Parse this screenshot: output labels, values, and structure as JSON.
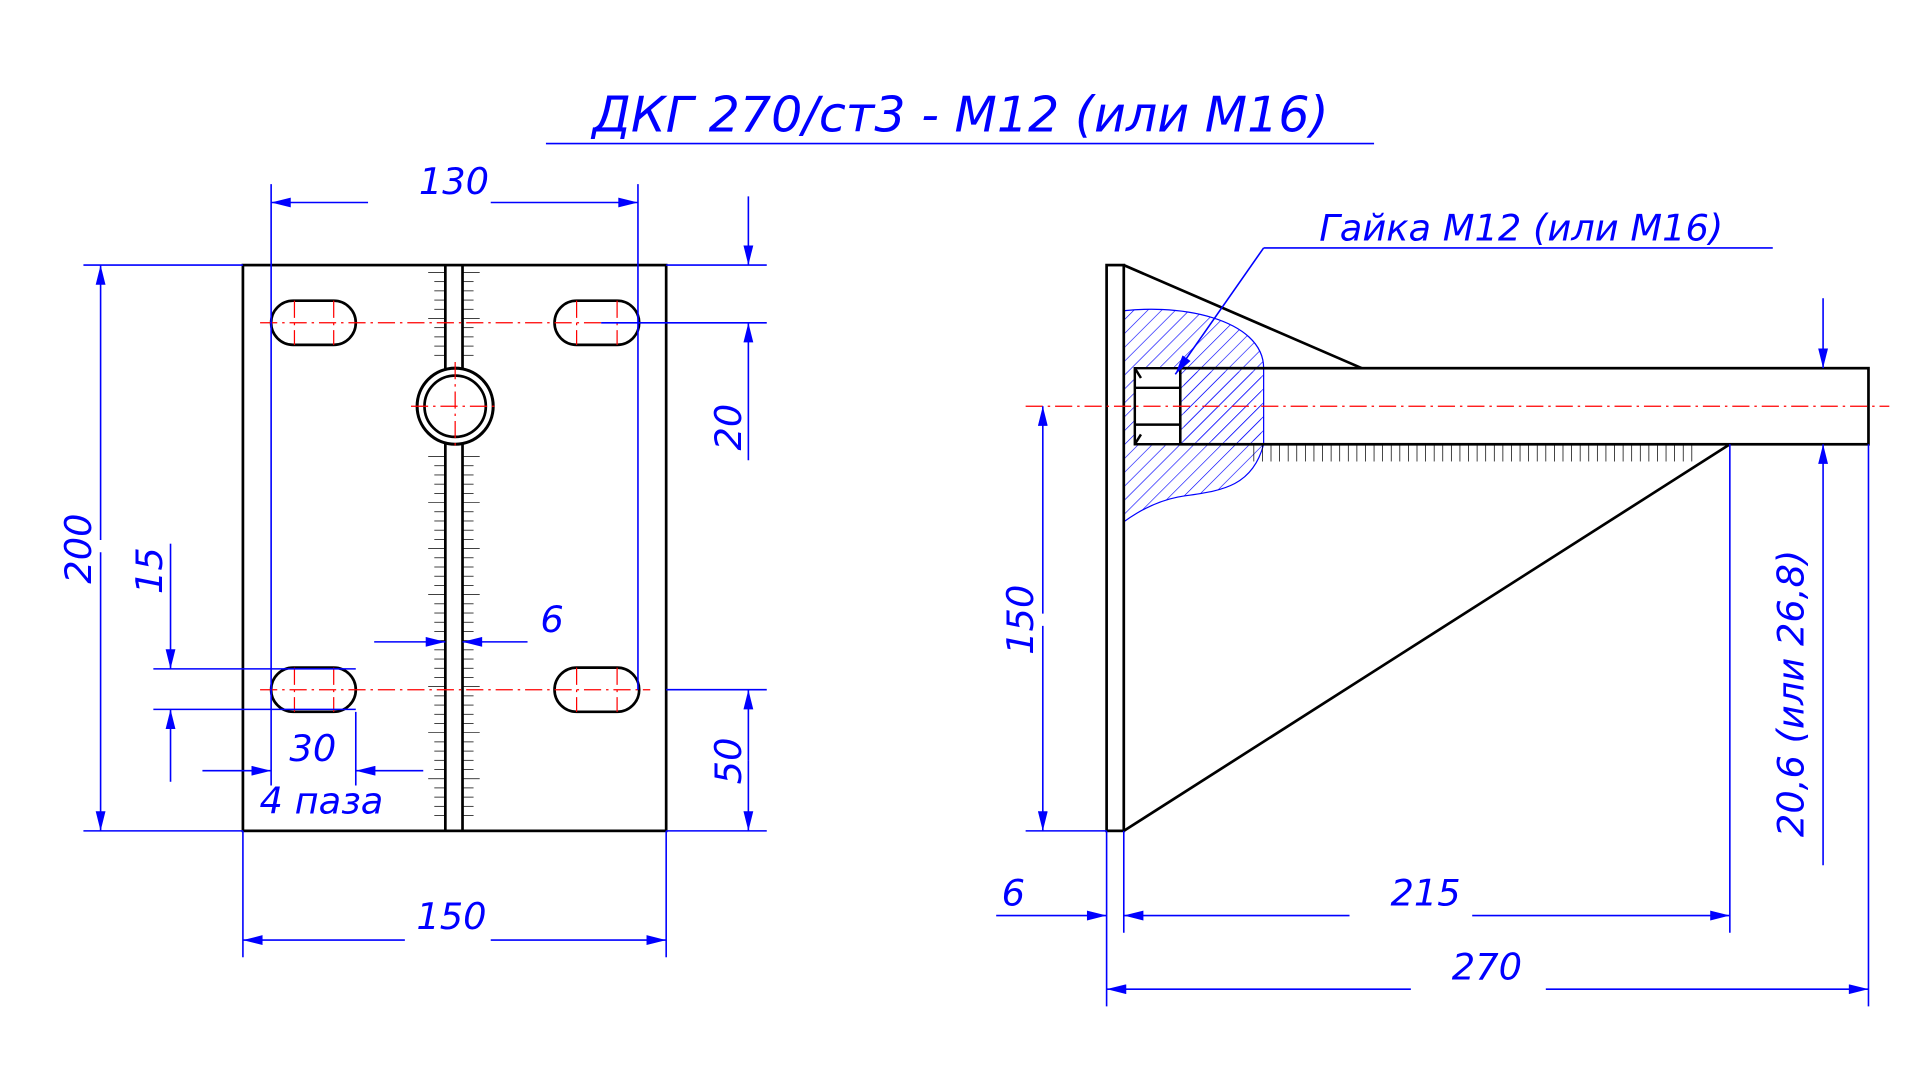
{
  "title": "ДКГ 270/ст3 - М12 (или М16)",
  "nut_label": "Гайка М12 (или М16)",
  "front_view": {
    "dims": {
      "width_holes": "130",
      "height": "200",
      "top_offset": "20",
      "bottom_offset": "50",
      "slot_gap": "15",
      "slit": "6",
      "slot_len": "30",
      "slot_note": "4 паза",
      "width": "150"
    }
  },
  "side_view": {
    "dims": {
      "height_150": "150",
      "rod": "20,6 (или 26,8)",
      "plate": "6",
      "gusset": "215",
      "length": "270"
    }
  },
  "colors": {
    "dimension": "#0000ff",
    "outline": "#000000",
    "axis": "#ff0000"
  }
}
